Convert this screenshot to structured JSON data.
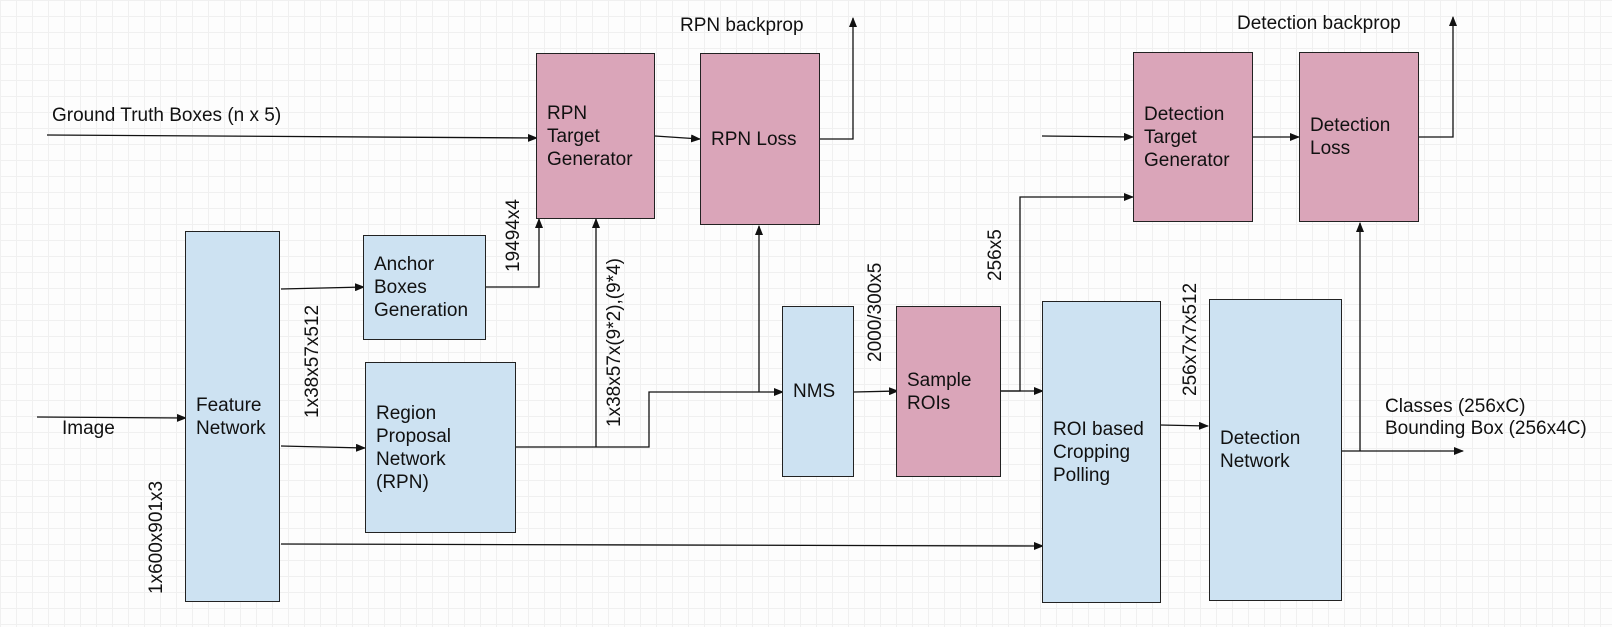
{
  "boxes": {
    "feature_network": "Feature\nNetwork",
    "anchor_boxes": "Anchor\nBoxes\nGeneration",
    "rpn": "Region\nProposal\nNetwork\n(RPN)",
    "rpn_target": "RPN\nTarget\nGenerator",
    "rpn_loss": "RPN Loss",
    "nms": "NMS",
    "sample_rois": "Sample\nROIs",
    "roi_cropping": "ROI based\nCropping\nPolling",
    "detection_target": "Detection\nTarget\nGenerator",
    "detection_loss": "Detection\nLoss",
    "detection_network": "Detection\nNetwork"
  },
  "labels": {
    "ground_truth": "Ground Truth Boxes (n x 5)",
    "image": "Image",
    "rpn_backprop": "RPN backprop",
    "detection_backprop": "Detection backprop",
    "outputs": "Classes (256xC)\nBounding Box (256x4C)"
  },
  "dims": {
    "image_dim": "1x600x901x3",
    "feature_dim": "1x38x57x512",
    "anchor_dim": "19494x4",
    "rpn_out_dim": "1x38x57x(9*2),(9*4)",
    "nms_dim": "2000/300x5",
    "sample_dim": "256x5",
    "crop_dim": "256x7x7x512"
  },
  "colors": {
    "blue_box": "#cde2f2",
    "pink_box": "#daa5b9"
  }
}
